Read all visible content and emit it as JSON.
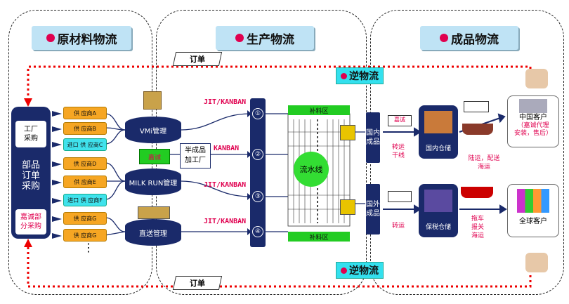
{
  "headers": {
    "raw": "原材料物流",
    "production": "生产物流",
    "finished": "成品物流"
  },
  "reverse_logistics": [
    "逆物流",
    "逆物流"
  ],
  "order_labels": [
    "订单",
    "订单"
  ],
  "left_panel": {
    "top": "工厂\n采购",
    "middle": "部品\n订单\n采购",
    "bottom": "嘉诚部\n分采购"
  },
  "suppliers": [
    "供 应商A",
    "供 应商B",
    "进口 供 应商C",
    "供 应商D",
    "供 应商E",
    "进口 供 应商F",
    "供 应商G",
    "供 应商G"
  ],
  "ellipsis": "⋮",
  "cylinders": {
    "vmi": "VMi管理",
    "milkrun": "MILK RUN管理",
    "direct": "直送管理"
  },
  "semi_finished": "半成品\n加工厂",
  "truck_label": "嘉诚",
  "jit_labels": [
    "JIT/KANBAN",
    "KANBAN",
    "JIT/KANBAN",
    "JIT/KANBAN"
  ],
  "line_numbers": [
    "①",
    "②",
    "③",
    "④"
  ],
  "feed_zone": [
    "补料区",
    "补料区"
  ],
  "assembly_line": "流水线",
  "domestic_goods": "国内成品",
  "foreign_goods": "国外成品",
  "transfer_trunk": "转运\n干线",
  "transfer": "转运",
  "domestic_wh": "国内仓储",
  "bonded_wh": "保税仓储",
  "delivery": "陆运，配送\n海运",
  "customs": "拖车\n报关\n海运",
  "cn_customer": "中国客户",
  "cn_customer_note": "（嘉诚代理\n安装，售后）",
  "global_customer": "全球客户",
  "colors": {
    "navy": "#1a2a6a",
    "accent": "#e0004f",
    "supplier_orange": "#f6a623",
    "supplier_cyan": "#3fe2ec",
    "header_bg": "#bfe3f5",
    "reverse_bg": "#33e0ee",
    "line_green": "#33dd33"
  }
}
